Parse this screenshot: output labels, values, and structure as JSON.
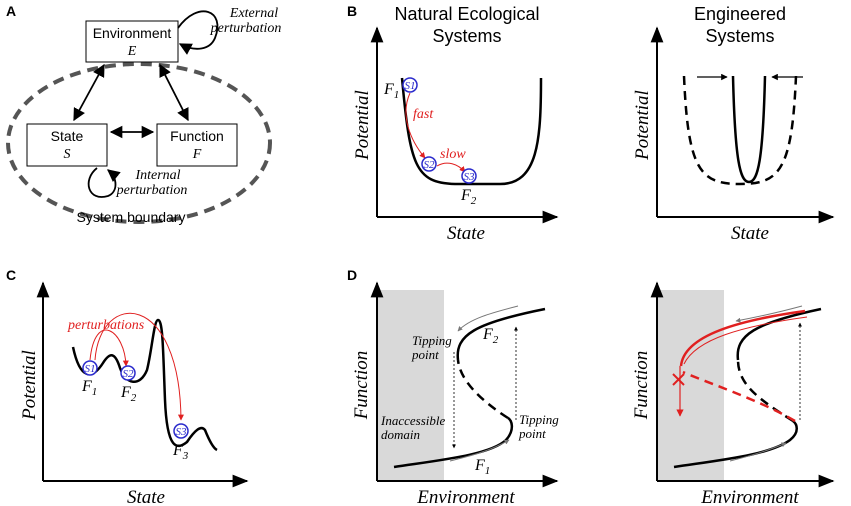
{
  "panels": {
    "a": "A",
    "b": "B",
    "c": "C",
    "d": "D"
  },
  "panel_a": {
    "environment_title": "Environment",
    "environment_symbol": "E",
    "state_title": "State",
    "state_symbol": "S",
    "function_title": "Function",
    "function_symbol": "F",
    "external_line1": "External",
    "external_line2": "perturbation",
    "internal_line1": "Internal",
    "internal_line2": "perturbation",
    "boundary": "System boundary"
  },
  "panel_b": {
    "natural_line1": "Natural Ecological",
    "natural_line2": "Systems",
    "engineered_line1": "Engineered",
    "engineered_line2": "Systems",
    "ylabel": "Potential",
    "xlabel": "State",
    "f1": "F",
    "f1_sub": "1",
    "f2": "F",
    "f2_sub": "2",
    "fast": "fast",
    "slow": "slow",
    "s1": "S1",
    "s2": "S2",
    "s3": "S3"
  },
  "panel_c": {
    "ylabel": "Potential",
    "xlabel": "State",
    "perturbations": "perturbations",
    "f1": "F",
    "f1_sub": "1",
    "f2": "F",
    "f2_sub": "2",
    "f3": "F",
    "f3_sub": "3",
    "s1": "S1",
    "s2": "S2",
    "s3": "S3"
  },
  "panel_d": {
    "ylabel": "Function",
    "xlabel": "Environment",
    "tipping_line1": "Tipping",
    "tipping_line2": "point",
    "inaccessible_line1": "Inaccessible",
    "inaccessible_line2": "domain",
    "f1": "F",
    "f1_sub": "1",
    "f2": "F",
    "f2_sub": "2"
  },
  "colors": {
    "highlight": "#e02020",
    "node_stroke": "#2a2acc",
    "shade": "#d9d9d9"
  }
}
